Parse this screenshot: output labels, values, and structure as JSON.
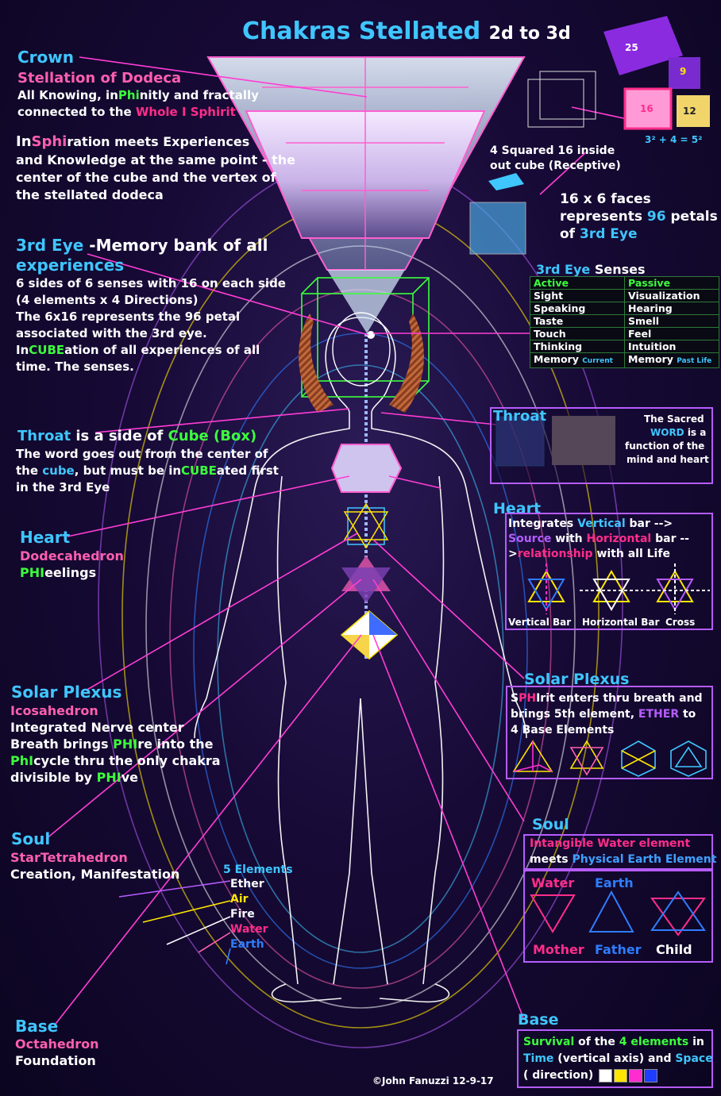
{
  "title": {
    "main": "Chakras Stellated",
    "sub": "2d to 3d"
  },
  "colors": {
    "bg": "#170a36",
    "heading": "#3fc6ff",
    "pink": "#ff5fb0",
    "hot": "#ff2d8a",
    "green": "#3cff3c",
    "yellow": "#ffe600",
    "violet": "#b65cff",
    "blue": "#2f7dff",
    "panel_border": "#b65cff"
  },
  "crown": {
    "heading": "Crown",
    "subtitle": "Stellation of Dodeca",
    "line1_a": "All Knowing, in",
    "line1_b": "Phi",
    "line1_c": "nitly and fractally",
    "line2_a": "connected to the ",
    "line2_b": "Whole I Sphirit",
    "insp_a": "In",
    "insp_b": "Sphi",
    "insp_c": "ration meets Experiences",
    "insp_line2": "and Knowledge at the same point - the",
    "insp_line3": "center of the cube and the vertex of",
    "insp_line4": "the stellated dodeca"
  },
  "top_right": {
    "square25": "25",
    "square9": "9",
    "square16": "16",
    "square12": "12",
    "equation": "3² + 4 = 5²",
    "squared16_line1": "4 Squared 16 inside",
    "squared16_line2": "out cube  (Receptive)",
    "faces_line1": "16 x 6 faces",
    "faces_line2_a": "represents ",
    "faces_line2_b": "96",
    "faces_line2_c": " petals",
    "faces_line3_a": "of ",
    "faces_line3_b": "3rd Eye"
  },
  "third_eye": {
    "heading": "3rd Eye",
    "heading_rest": " -Memory bank of all",
    "heading_line2": "experiences",
    "lines": [
      " 6 sides of 6 senses with 16 on each side",
      " (4 elements x 4 Directions)",
      "The 6x16 represents the 96 petal",
      "associated with the 3rd eye."
    ],
    "incube_a": "In",
    "incube_b": "CUBE",
    "incube_c": "ation of all experiences of all",
    "last_line": "time. The senses."
  },
  "senses": {
    "title_a": "3rd Eye",
    "title_b": " Senses",
    "header": [
      "Active",
      "Passive"
    ],
    "rows": [
      [
        "Sight",
        "Visualization"
      ],
      [
        "Speaking",
        "Hearing"
      ],
      [
        "Taste",
        "Smell"
      ],
      [
        "Touch",
        "Feel"
      ],
      [
        "Thinking",
        "Intuition"
      ]
    ],
    "memory_left": "Memory",
    "memory_left_sub": "Current",
    "memory_right": "Memory",
    "memory_right_sub": "Past Life"
  },
  "throat": {
    "heading": "Throat",
    "is_side": " is a side of ",
    "cube": "Cube (Box)",
    "line1": " The word goes out from the center of",
    "line2_a": "the ",
    "line2_b": "cube",
    "line2_c": ", but must be in",
    "line2_d": "CUBE",
    "line2_e": "ated first",
    "line3": "in the 3rd Eye",
    "panel_heading": "Throat",
    "panel_line1": "The Sacred",
    "panel_word": "WORD",
    "panel_is_a": " is a",
    "panel_line3": "function of the",
    "panel_line4": "mind and heart"
  },
  "heart": {
    "heading": "Heart",
    "shape": "Dodecahedron",
    "feel_a": "PHI",
    "feel_b": "eelings",
    "panel_heading": "Heart",
    "p1_a": "Integrates ",
    "p1_b": "Vertical",
    "p1_c": " bar -->",
    "p2_a": "Source",
    "p2_b": " with ",
    "p2_c": "Horizontal",
    "p2_d": " bar --",
    "p3_a": ">",
    "p3_b": "relationship",
    "p3_c": " with all Life",
    "labels": [
      "Vertical Bar",
      "Horizontal Bar",
      "Cross"
    ]
  },
  "solar": {
    "heading": "Solar Plexus",
    "shape": "Icosahedron",
    "l1": "Integrated Nerve center",
    "l2_a": "Breath brings ",
    "l2_b": "PHI",
    "l2_c": "re into the",
    "l3_a": "PhI",
    "l3_b": "cycle thru the only chakra",
    "l4_a": "divisible by ",
    "l4_b": "PHI",
    "l4_c": "ve",
    "panel_heading": "Solar Plexus",
    "p1_a": "S",
    "p1_b": "PH",
    "p1_c": "Irit enters thru breath and",
    "p2_a": "brings 5th  element,  ",
    "p2_b": "ETHER",
    "p2_c": "  to",
    "p3": "4 Base Elements"
  },
  "soul": {
    "heading": "Soul",
    "shape": "StarTetrahedron",
    "desc": "Creation, Manifestation",
    "panel_heading": "Soul",
    "p1": "Intangible Water element",
    "p2_a": "meets ",
    "p2_b": "Physical Earth Element",
    "water": "Water",
    "earth": "Earth",
    "mother": "Mother",
    "father": "Father",
    "child": "Child"
  },
  "elements": {
    "heading": "5 Elements",
    "items": [
      "Ether",
      "Air",
      "Fire",
      "Water",
      "Earth"
    ]
  },
  "base": {
    "heading": "Base",
    "shape": "Octahedron",
    "desc": "Foundation",
    "panel_heading": "Base",
    "p1_a": "Survival",
    "p1_b": " of the ",
    "p1_c": "4 elements",
    "p1_d": " in",
    "p2_a": "Time",
    "p2_b": " (vertical axis) and ",
    "p2_c": "Space",
    "p3": "( direction)",
    "swatches": [
      "#ffffff",
      "#ffe600",
      "#ff2dd0",
      "#1f3dff"
    ]
  },
  "credit": "©John Fanuzzi  12-9-17"
}
